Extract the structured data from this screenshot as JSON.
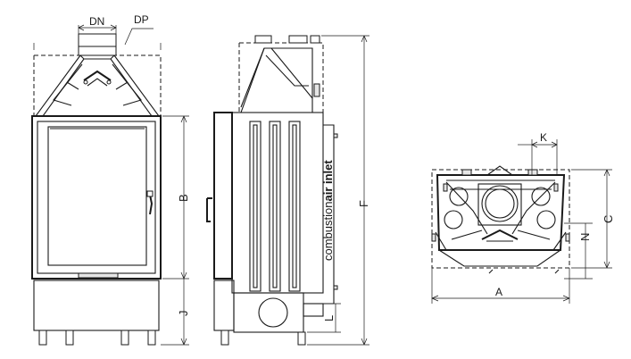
{
  "labels": {
    "dn": "DN",
    "dp": "DP",
    "b": "B",
    "j": "J",
    "f": "F",
    "l": "L",
    "k": "K",
    "c": "C",
    "n": "N",
    "a": "A"
  },
  "air_inlet": {
    "prefix": "combustion",
    "emphasis": "air inlet"
  }
}
